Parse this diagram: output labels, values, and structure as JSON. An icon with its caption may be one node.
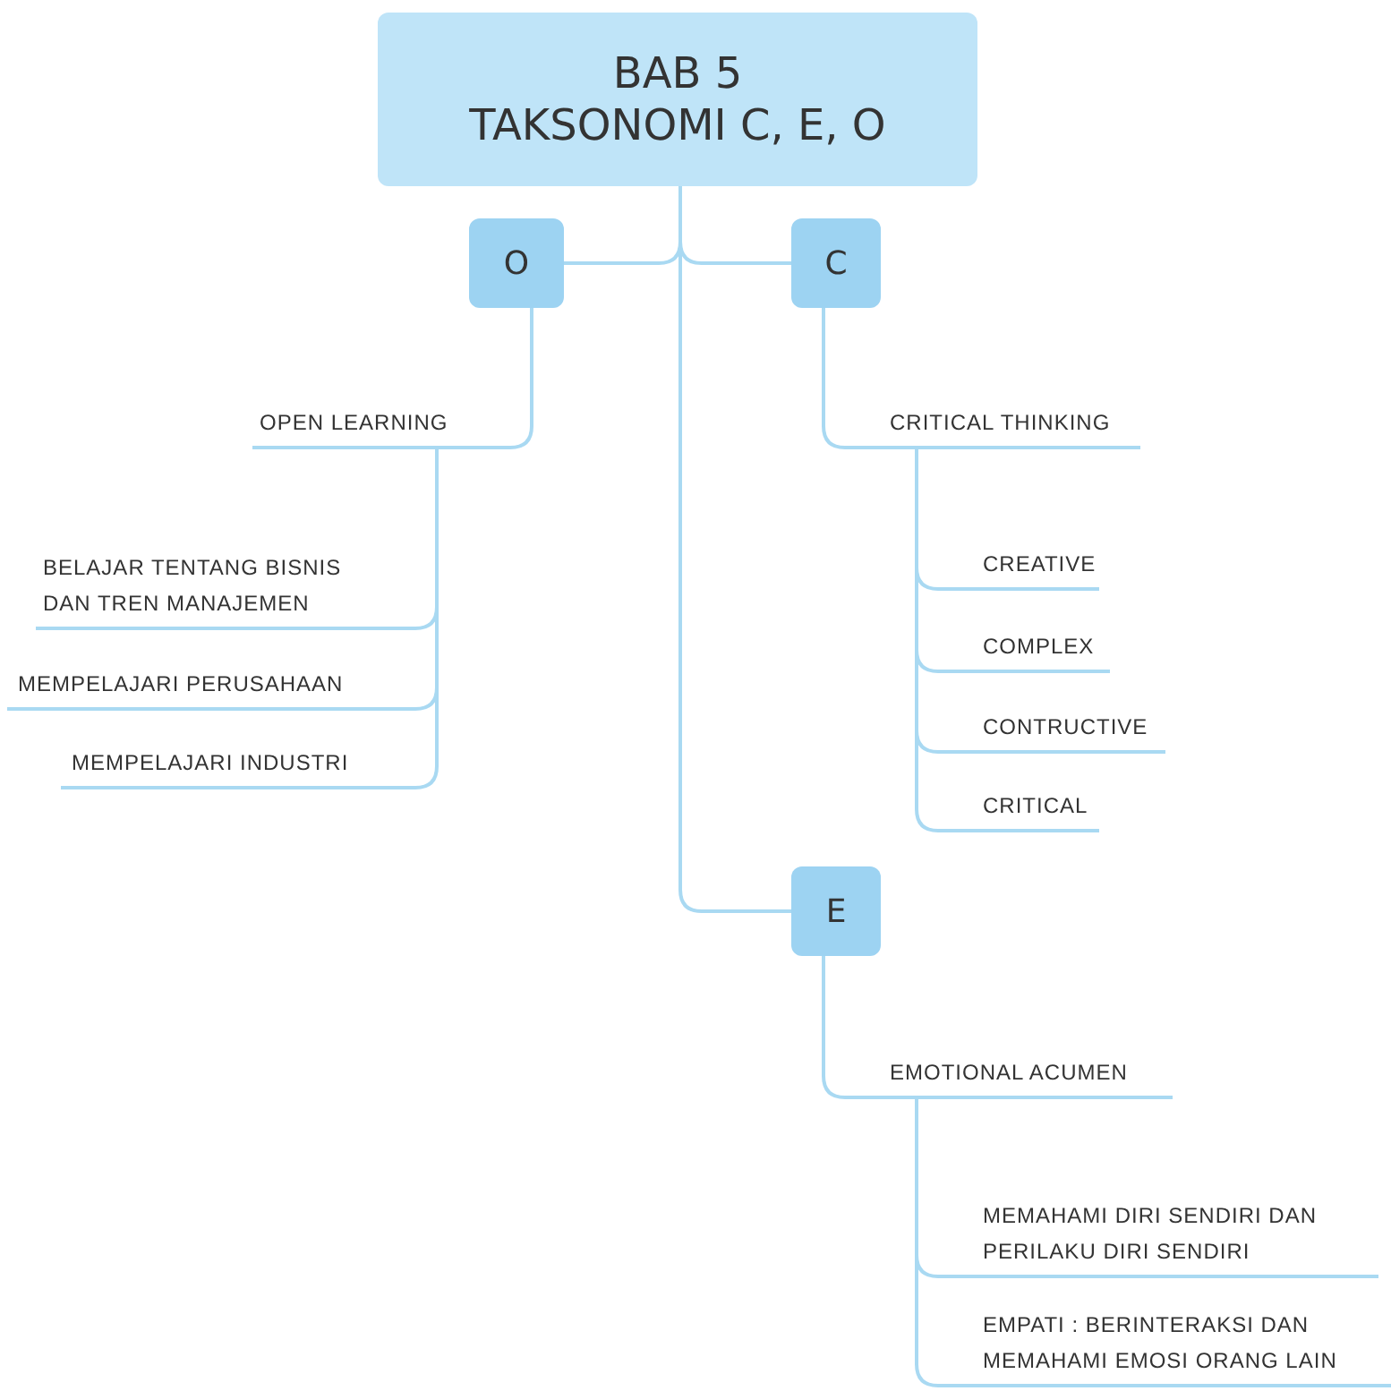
{
  "diagram": {
    "nodes": [
      {
        "text": [
          "BAB 5",
          "TAKSONOMI C, E, O"
        ]
      },
      {
        "text": [
          "O"
        ]
      },
      {
        "text": [
          "C"
        ]
      },
      {
        "text": [
          "E"
        ]
      },
      {
        "text": [
          "OPEN LEARNING"
        ]
      },
      {
        "text": [
          "BELAJAR TENTANG BISNIS DAN TREN MANAJEMEN"
        ]
      },
      {
        "text": [
          "MEMPELAJARI PERUSAHAAN"
        ]
      },
      {
        "text": [
          "MEMPELAJARI INDUSTRI"
        ]
      },
      {
        "text": [
          "CRITICAL THINKING"
        ]
      },
      {
        "text": [
          "CREATIVE"
        ]
      },
      {
        "text": [
          "COMPLEX"
        ]
      },
      {
        "text": [
          "CONTRUCTIVE"
        ]
      },
      {
        "text": [
          "CRITICAL"
        ]
      },
      {
        "text": [
          "EMOTIONAL ACUMEN"
        ]
      },
      {
        "text": [
          "MEMAHAMI DIRI SENDIRI DAN PERILAKU DIRI SENDIRI"
        ]
      },
      {
        "text": [
          "EMPATI : BERINTERAKSI DAN MEMAHAMI EMOSI ORANG LAIN"
        ]
      }
    ],
    "edges": [
      {
        "from": 0,
        "to": 1,
        "arrow": "none"
      },
      {
        "from": 0,
        "to": 2,
        "arrow": "none"
      },
      {
        "from": 0,
        "to": 3,
        "arrow": "none"
      },
      {
        "from": 1,
        "to": 4,
        "arrow": "none"
      },
      {
        "from": 4,
        "to": 5,
        "arrow": "none"
      },
      {
        "from": 4,
        "to": 6,
        "arrow": "none"
      },
      {
        "from": 4,
        "to": 7,
        "arrow": "none"
      },
      {
        "from": 2,
        "to": 8,
        "arrow": "none"
      },
      {
        "from": 8,
        "to": 9,
        "arrow": "none"
      },
      {
        "from": 8,
        "to": 10,
        "arrow": "none"
      },
      {
        "from": 8,
        "to": 11,
        "arrow": "none"
      },
      {
        "from": 8,
        "to": 12,
        "arrow": "none"
      },
      {
        "from": 3,
        "to": 13,
        "arrow": "none"
      },
      {
        "from": 13,
        "to": 14,
        "arrow": "none"
      },
      {
        "from": 13,
        "to": 15,
        "arrow": "none"
      }
    ]
  }
}
